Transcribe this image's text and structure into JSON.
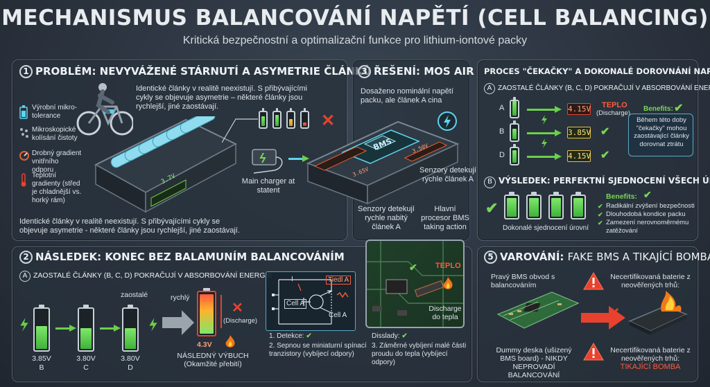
{
  "header": {
    "title": "MECHANISMUS BALANCOVÁNÍ NAPĚTÍ (CELL BALANCING)",
    "subtitle": "Kritická bezpečnostní a optimalizační funkce pro lithium-iontové packy"
  },
  "panel1": {
    "number": "1",
    "title": "PROBLÉM: NEVYVÁŽENÉ STÁRNUTÍ A ASYMETRIE ČLÁNKŮ",
    "desc_top": "Identické články v realitě neexistují. S přibývajícími cykly se objevuje asymetrie – některé články jsou rychlejší, jiné zaostávají.",
    "desc_bottom": "Identické články v realitě neexistují. S přibývajícími cykly se objevuje asymetrie - některé články jsou rychlejší, jiné zaostávají.",
    "factors": [
      {
        "icon": "battery-icon",
        "label": "Výrobní mikro-tolerance"
      },
      {
        "icon": "microscope-icon",
        "label": "Mikroskopické kolísání čistoty"
      },
      {
        "icon": "gauge-icon",
        "label": "Drobný gradient vnitřního odporu"
      },
      {
        "icon": "thermometer-icon",
        "label": "Teplotní gradienty (střed je chladnější vs. horký rám)"
      }
    ],
    "charger_label": "Main charger at statent",
    "pack_display": "3.7V"
  },
  "panel3": {
    "number": "3",
    "title": "ŘEŠENÍ: MOS AIR",
    "desc": "Dosaženo nominální napětí packu, ale článek A cina",
    "bms_label": "BMS",
    "display_a": "3.65V",
    "display_b": "3.50V",
    "sensor_a": "Senzory detekují rychle článek A",
    "sensor_b": "Senzory detekují rychle nabitý článek A",
    "processor": "Hlavní procesor BMS taking action"
  },
  "panel_process": {
    "title": "PROCES \"ČEKAČKY\" A DOKONALÉ DOROVNÁNÍ NAPĚTÍ",
    "sub_a_letter": "A",
    "sub_a": "ZAOSTALÉ ČLÁNKY (B, C, D) POKRAČUJÍ V ABSORBOVÁNÍ ENERGIE",
    "rows": [
      {
        "cell": "A",
        "voltage": "4.15V"
      },
      {
        "cell": "B",
        "voltage": "3.85V"
      },
      {
        "cell": "D",
        "voltage": "4.15V"
      }
    ],
    "teplo": "TEPLO",
    "discharge": "(Discharge)",
    "benefits_title": "Benefits:",
    "benefits_text": "Během této doby \"čekačky\" mohou zaostávající články dorovnat ztrátu",
    "sub_b_letter": "B",
    "sub_b": "VÝSLEDEK: PERFEKTNÍ SJEDNOCENÍ VŠECH ÚROVNÍ",
    "result_label": "Dokonalé sjednocení úrovní",
    "benefits2_title": "Benefits:",
    "benefits2": [
      "Radikální zvýšení bezpečnosti",
      "Dlouhodobá kondice packu",
      "Zamezení nerovnoměrnému zatěžování"
    ]
  },
  "panel2": {
    "number": "2",
    "title": "NÁSLEDEK: KONEC BEZ BALAMUNÍM BALANCOVÁNÍM",
    "sub_letter": "A",
    "sub": "ZAOSTALÉ ČLÁNKY (B, C, D) POKRAČUJÍ V ABSORBOVÁNÍ ENERGIE",
    "cells": [
      {
        "voltage": "3.85V",
        "letter": "B",
        "fill": 0.55
      },
      {
        "voltage": "3.80V",
        "letter": "C",
        "fill": 0.5
      },
      {
        "voltage": "3.80V",
        "letter": "D",
        "fill": 0.5
      }
    ],
    "zaostale": "zaostalé",
    "rychly": "rychlý",
    "hot_voltage": "4.3V",
    "discharge": "(Discharge)",
    "explosion": "NÁSLEDNÝ VÝBUCH",
    "explosion_sub": "(Okamžité přebití)",
    "circuit_top": "Tiedl A",
    "circuit_cell_left": "Cell A",
    "circuit_cell_right": "Cell A",
    "circuit_i": "I",
    "steps": [
      "1. Detekce:",
      "2. Sepnou se miniaturní spínací tranzistory (vybíjecí odpory)"
    ],
    "pcb_teplo": "TEPLO",
    "pcb_discharge": "Discharge do tepla",
    "disslady": "Disslady:",
    "step3": "3. Záměrné vybíjení malé části proudu do tepla (vybíjecí odpory)"
  },
  "panel5": {
    "number": "5",
    "title_a": "VAROVÁNÍ:",
    "title_b": "FAKE BMS A TIKAJÍCÍ BOMBA",
    "real_bms": "Pravý BMS obvod s balancováním",
    "uncert1": "Necertifikovaná baterie z neověřených trhů:",
    "dummy": "Dummy deska (ušizený BMS board) - NIKDY NEPROVADÍ BALANCOVÁNÍ",
    "uncert2": "Necertifikovaná baterie z neověřených trhů:",
    "bomb": "TIKAJÍCÍ BOMBA"
  },
  "colors": {
    "accent_green": "#6ccf4c",
    "danger_red": "#e8422e",
    "warning_orange": "#f08a2a",
    "glow_cyan": "#5fd4f0"
  }
}
